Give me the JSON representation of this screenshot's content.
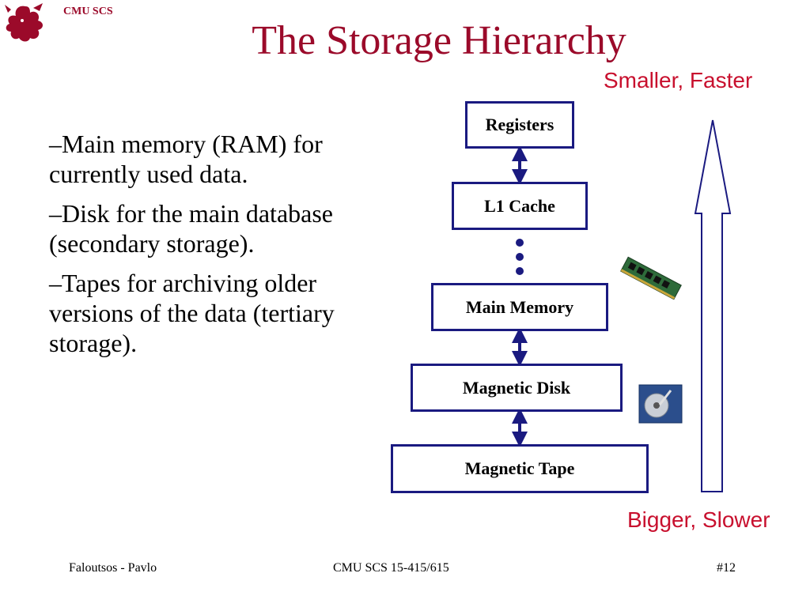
{
  "header": {
    "brand": "CMU SCS",
    "title": "The Storage Hierarchy"
  },
  "bullets": [
    "–Main memory (RAM) for currently used data.",
    "–Disk for the main database (secondary storage).",
    "–Tapes for archiving older versions of the data (tertiary storage)."
  ],
  "hierarchy": {
    "levels": [
      "Registers",
      "L1 Cache",
      "Main Memory",
      "Magnetic Disk",
      "Magnetic Tape"
    ],
    "top_note": "Smaller, Faster",
    "bottom_note": "Bigger, Slower"
  },
  "colors": {
    "title": "#9b0a2a",
    "notes": "#c8102e",
    "box_border": "#1a1a80"
  },
  "footer": {
    "left": "Faloutsos - Pavlo",
    "center": "CMU SCS 15-415/615",
    "right": "#12"
  }
}
